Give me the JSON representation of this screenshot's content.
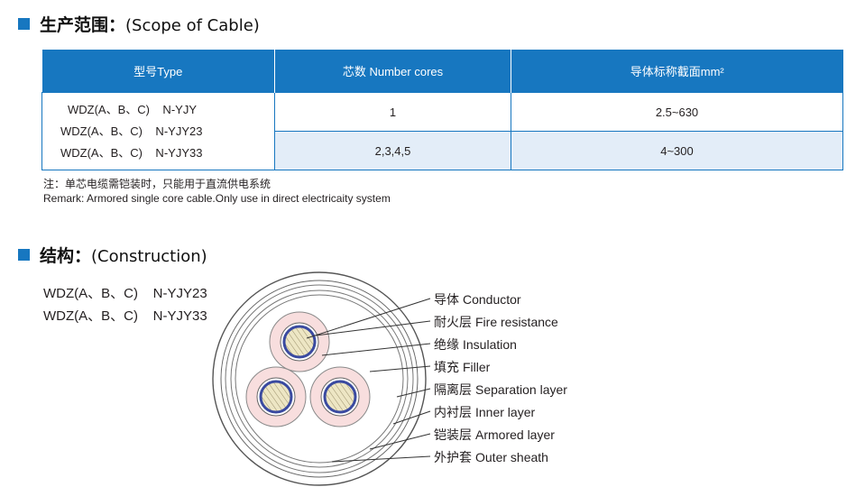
{
  "scope_section": {
    "title_cn": "生产范围：",
    "title_en": "(Scope of Cable)"
  },
  "table": {
    "headers": [
      "型号Type",
      "芯数  Number cores",
      "导体标称截面mm²"
    ],
    "type_lines": [
      "WDZ(A、B、C)    N-YJY",
      "WDZ(A、B、C)    N-YJY23",
      "WDZ(A、B、C)    N-YJY33"
    ],
    "rows": [
      {
        "cores": "1",
        "section": "2.5~630"
      },
      {
        "cores": "2,3,4,5",
        "section": "4~300"
      }
    ]
  },
  "notes": {
    "cn": "注：单芯电缆需铠装时，只能用于直流供电系统",
    "en": "Remark: Armored single core cable.Only use in direct electricaity system"
  },
  "construction_section": {
    "title_cn": "结构：",
    "title_en": "(Construction)"
  },
  "construction_models": [
    "WDZ(A、B、C)    N-YJY23",
    "WDZ(A、B、C)    N-YJY33"
  ],
  "construction_labels": [
    {
      "cn": "导体",
      "en": "Conductor"
    },
    {
      "cn": "耐火层",
      "en": "Fire resistance"
    },
    {
      "cn": "绝缘",
      "en": "Insulation"
    },
    {
      "cn": "填充",
      "en": "Filler"
    },
    {
      "cn": "隔离层",
      "en": "Separation layer"
    },
    {
      "cn": "内衬层",
      "en": "Inner layer"
    },
    {
      "cn": "铠装层",
      "en": "Armored layer"
    },
    {
      "cn": "外护套",
      "en": "Outer sheath"
    }
  ],
  "colors": {
    "accent_blue": "#1777c0",
    "row_shade": "#e3edf8",
    "insulation_pink": "#f8dede",
    "conductor_core": "#e8e0b8"
  }
}
